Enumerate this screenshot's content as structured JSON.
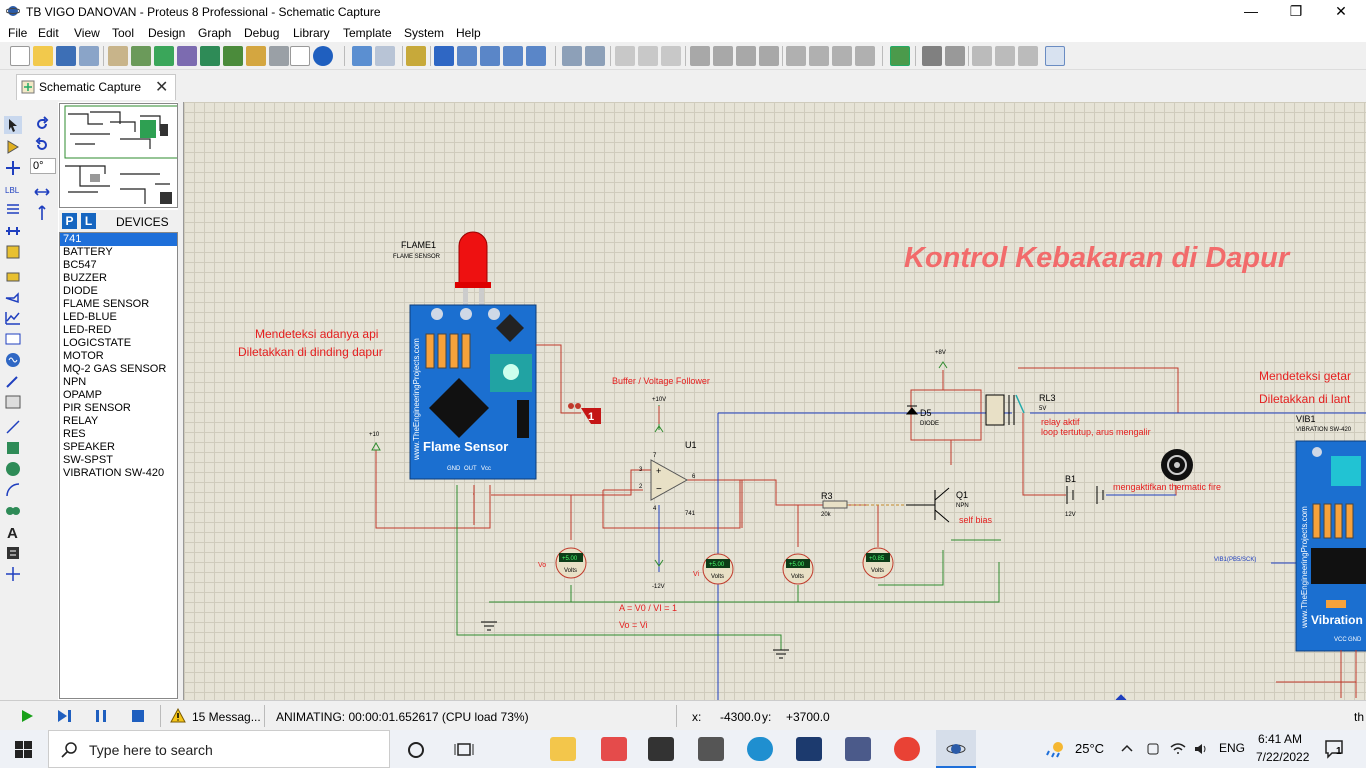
{
  "window": {
    "title": "TB VIGO DANOVAN - Proteus 8 Professional - Schematic Capture",
    "minimize": "—",
    "maximize": "❐",
    "close": "✕"
  },
  "menu": [
    "File",
    "Edit",
    "View",
    "Tool",
    "Design",
    "Graph",
    "Debug",
    "Library",
    "Template",
    "System",
    "Help"
  ],
  "tab": {
    "label": "Schematic Capture",
    "close": "✕"
  },
  "rotation": {
    "angle": "0°"
  },
  "devices": {
    "p_label": "P",
    "l_label": "L",
    "header": "DEVICES",
    "items": [
      "741",
      "BATTERY",
      "BC547",
      "BUZZER",
      "DIODE",
      "FLAME SENSOR",
      "LED-BLUE",
      "LED-RED",
      "LOGICSTATE",
      "MOTOR",
      "MQ-2 GAS SENSOR",
      "NPN",
      "OPAMP",
      "PIR SENSOR",
      "RELAY",
      "RES",
      "SPEAKER",
      "SW-SPST",
      "VIBRATION SW-420"
    ],
    "selected": "741"
  },
  "schematic": {
    "title": "Kontrol Kebakaran di Dapur",
    "flame_ref": "FLAME1",
    "flame_sub": "FLAME SENSOR",
    "flame_board_text": "Flame Sensor",
    "flame_site": "www.TheEngineeringProjects.com",
    "flame_pins": [
      "GND",
      "OUT",
      "Vcc"
    ],
    "note_flame_1": "Mendeteksi adanya api",
    "note_flame_2": "Diletakkan di dinding dapur",
    "buffer_note": "Buffer / Voltage Follower",
    "plus10": "+10V",
    "minus12": "-12V",
    "plus10_left": "+10",
    "u1": "U1",
    "u1_part": "741",
    "pin2": "2",
    "pin3": "3",
    "pin6": "6",
    "pin7": "7",
    "pin4": "4",
    "logic_probe": "1",
    "r3": "R3",
    "r3_val": "20k",
    "q1": "Q1",
    "q1_type": "NPN",
    "self_bias": "self bias",
    "d5": "D5",
    "d5_type": "DIODE",
    "plus8": "+8V",
    "rl3": "RL3",
    "rl3_val": "5V",
    "relay_note_1": "relay aktif",
    "relay_note_2": "loop tertutup, arus mengalir",
    "b1": "B1",
    "b1_val": "12V",
    "thermatic": "mengaktifkan thermatic fire",
    "vib_note_1": "Mendeteksi getar",
    "vib_note_2": "Diletakkan di lant",
    "vib_ref": "VIB1",
    "vib_sub": "VIBRATION SW-420",
    "vib_board_text": "Vibration",
    "vib_site": "www.TheEngineeringProjects.com",
    "vib_pin_label": "VIB1(PB5/SCK)",
    "vib_pins": [
      "VCC",
      "GND"
    ],
    "formula_1": "A = V0 / VI = 1",
    "formula_2": "Vo = Vi",
    "vo": "Vo",
    "vi": "Vi",
    "voltmeters": [
      {
        "reading": "+5.00",
        "unit": "Volts"
      },
      {
        "reading": "+5.00",
        "unit": "Volts"
      },
      {
        "reading": "+5.00",
        "unit": "Volts"
      },
      {
        "reading": "+0.85",
        "unit": "Volts"
      }
    ]
  },
  "status": {
    "messages": "15 Messag...",
    "animating": "ANIMATING: 00:00:01.652617 (CPU load 73%)",
    "x_label": "x:",
    "x_value": "-4300.0",
    "y_label": "y:",
    "y_value": "+3700.0",
    "right_text": "th"
  },
  "taskbar": {
    "search_placeholder": "Type here to search",
    "temperature": "25°C",
    "language": "ENG",
    "time": "6:41 AM",
    "date": "7/22/2022",
    "notifications": "1"
  },
  "colors": {
    "accent": "#1e6fd9",
    "title_red": "#f26b6b",
    "annotation_red": "#e52020",
    "wire_red": "#c0392b",
    "wire_blue": "#1f3fbf",
    "wire_green": "#2e8b2e",
    "board_blue": "#1b6fd0",
    "canvas": "#e6e3d6"
  }
}
